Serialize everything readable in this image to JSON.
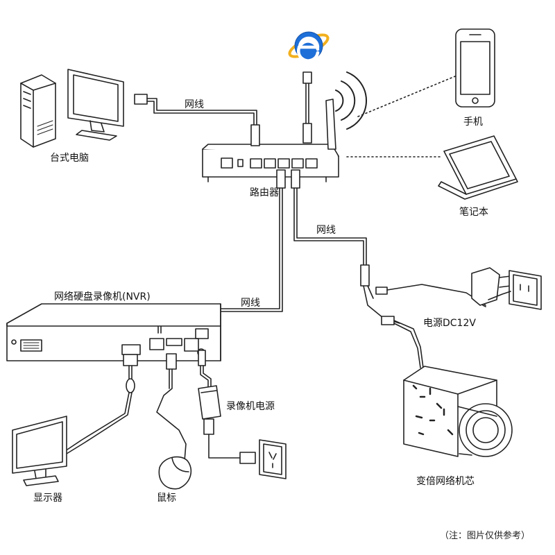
{
  "labels": {
    "cable_top": "网线",
    "desktop": "台式电脑",
    "router": "路由器",
    "phone": "手机",
    "laptop": "笔记本",
    "cable_mid": "网线",
    "nvr_title": "网络硬盘录像机(NVR)",
    "cable_nvr": "网线",
    "power_dc": "电源DC12V",
    "nvr_power": "录像机电源",
    "monitor": "显示器",
    "mouse": "鼠标",
    "camera": "变倍网络机芯",
    "note": "（注：图片仅供参考）"
  },
  "colors": {
    "ie_blue": "#1e6fd8",
    "ie_ring": "#f2b01e"
  }
}
